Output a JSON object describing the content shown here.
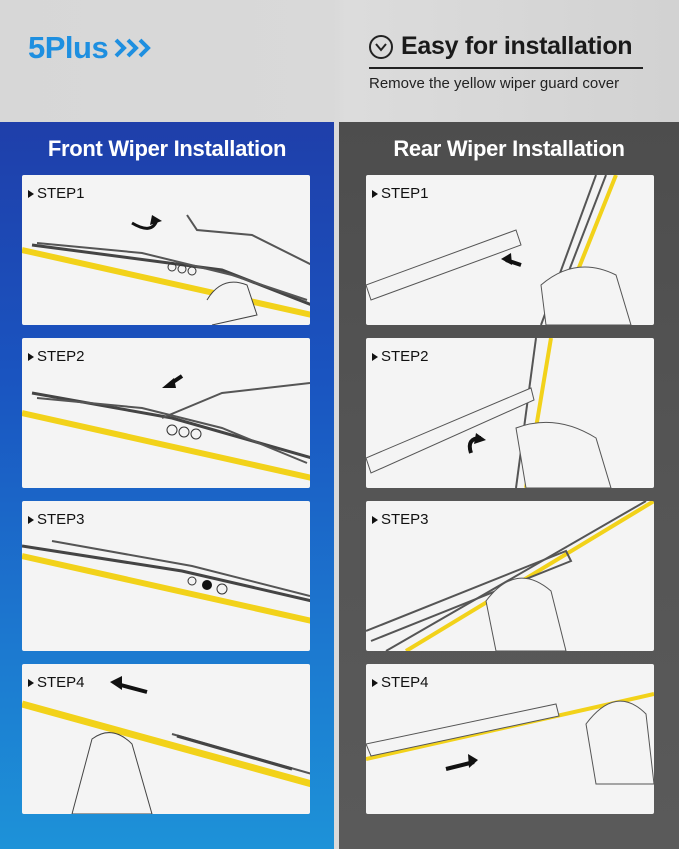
{
  "brand": {
    "name": "5Plus",
    "color": "#1e8fe0",
    "arrows_icon": "triple-chevron-right-icon"
  },
  "headline": {
    "icon": "check-circle-icon",
    "title": "Easy for installation",
    "subtitle": "Remove the yellow wiper guard cover"
  },
  "front": {
    "title": "Front Wiper Installation",
    "accent": "#1f3faa",
    "steps": [
      {
        "label": "STEP1"
      },
      {
        "label": "STEP2"
      },
      {
        "label": "STEP3"
      },
      {
        "label": "STEP4"
      }
    ]
  },
  "rear": {
    "title": "Rear Wiper Installation",
    "accent": "#4d4d4d",
    "steps": [
      {
        "label": "STEP1"
      },
      {
        "label": "STEP2"
      },
      {
        "label": "STEP3"
      },
      {
        "label": "STEP4"
      }
    ]
  },
  "colors": {
    "guard_yellow": "#f2d21a"
  }
}
